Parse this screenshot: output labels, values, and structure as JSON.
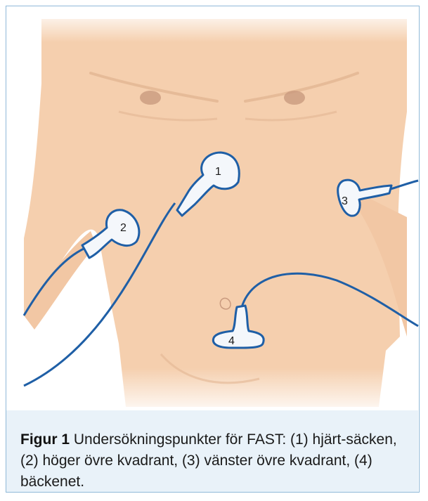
{
  "figure": {
    "label": "Figur 1",
    "caption": "Undersökningspunkter för FAST: (1) hjärt-säcken, (2) höger övre kvadrant, (3) vänster övre kvadrant, (4) bäckenet."
  },
  "probes": [
    {
      "number": "1"
    },
    {
      "number": "2"
    },
    {
      "number": "3"
    },
    {
      "number": "4"
    }
  ],
  "colors": {
    "skin": "#f5cfae",
    "skin_shadow": "#e2b592",
    "nipple": "#c99a7e",
    "probe": "#1f5fa6",
    "probe_fill": "#f4f7fb",
    "frame": "#8fb9d8",
    "caption_bg": "#e9f2f9"
  }
}
